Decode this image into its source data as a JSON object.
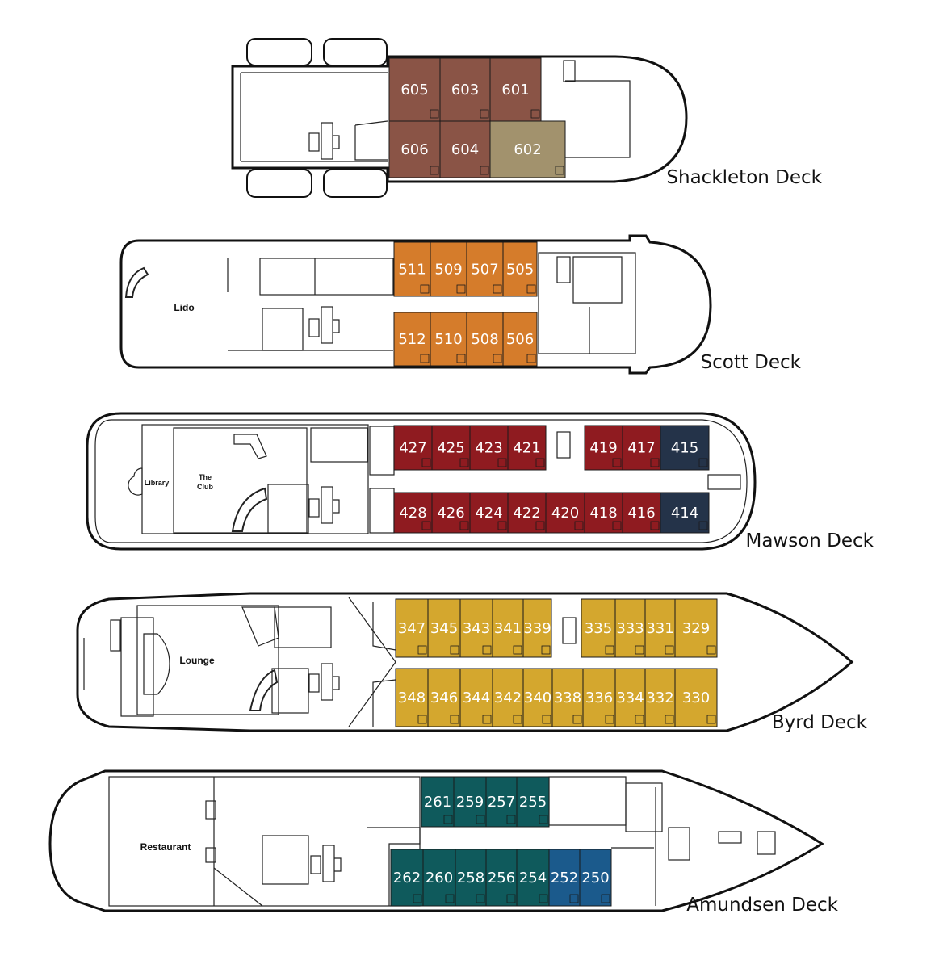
{
  "colors": {
    "shackleton": "#8a5446",
    "shackleton_special": "#a2926d",
    "scott": "#d57c2b",
    "mawson": "#8f1b20",
    "mawson_special": "#243349",
    "byrd": "#d4a72e",
    "amundsen": "#0f5a5c",
    "amundsen_special": "#1b5a8c"
  },
  "decks": [
    {
      "name": "Shackleton Deck",
      "rooms": [],
      "cabins": [
        {
          "num": "605",
          "color": "shackleton"
        },
        {
          "num": "603",
          "color": "shackleton"
        },
        {
          "num": "601",
          "color": "shackleton"
        },
        {
          "num": "606",
          "color": "shackleton"
        },
        {
          "num": "604",
          "color": "shackleton"
        },
        {
          "num": "602",
          "color": "shackleton_special"
        }
      ]
    },
    {
      "name": "Scott Deck",
      "rooms": [
        "Lido"
      ],
      "cabins": [
        {
          "num": "511",
          "color": "scott"
        },
        {
          "num": "509",
          "color": "scott"
        },
        {
          "num": "507",
          "color": "scott"
        },
        {
          "num": "505",
          "color": "scott"
        },
        {
          "num": "512",
          "color": "scott"
        },
        {
          "num": "510",
          "color": "scott"
        },
        {
          "num": "508",
          "color": "scott"
        },
        {
          "num": "506",
          "color": "scott"
        }
      ]
    },
    {
      "name": "Mawson Deck",
      "rooms": [
        "Library",
        "The",
        "Club"
      ],
      "cabins": [
        {
          "num": "427",
          "color": "mawson"
        },
        {
          "num": "425",
          "color": "mawson"
        },
        {
          "num": "423",
          "color": "mawson"
        },
        {
          "num": "421",
          "color": "mawson"
        },
        {
          "num": "419",
          "color": "mawson"
        },
        {
          "num": "417",
          "color": "mawson"
        },
        {
          "num": "415",
          "color": "mawson_special"
        },
        {
          "num": "428",
          "color": "mawson"
        },
        {
          "num": "426",
          "color": "mawson"
        },
        {
          "num": "424",
          "color": "mawson"
        },
        {
          "num": "422",
          "color": "mawson"
        },
        {
          "num": "420",
          "color": "mawson"
        },
        {
          "num": "418",
          "color": "mawson"
        },
        {
          "num": "416",
          "color": "mawson"
        },
        {
          "num": "414",
          "color": "mawson_special"
        }
      ]
    },
    {
      "name": "Byrd Deck",
      "rooms": [
        "Lounge"
      ],
      "cabins": [
        {
          "num": "347",
          "color": "byrd"
        },
        {
          "num": "345",
          "color": "byrd"
        },
        {
          "num": "343",
          "color": "byrd"
        },
        {
          "num": "341",
          "color": "byrd"
        },
        {
          "num": "339",
          "color": "byrd"
        },
        {
          "num": "335",
          "color": "byrd"
        },
        {
          "num": "333",
          "color": "byrd"
        },
        {
          "num": "331",
          "color": "byrd"
        },
        {
          "num": "329",
          "color": "byrd"
        },
        {
          "num": "348",
          "color": "byrd"
        },
        {
          "num": "346",
          "color": "byrd"
        },
        {
          "num": "344",
          "color": "byrd"
        },
        {
          "num": "342",
          "color": "byrd"
        },
        {
          "num": "340",
          "color": "byrd"
        },
        {
          "num": "338",
          "color": "byrd"
        },
        {
          "num": "336",
          "color": "byrd"
        },
        {
          "num": "334",
          "color": "byrd"
        },
        {
          "num": "332",
          "color": "byrd"
        },
        {
          "num": "330",
          "color": "byrd"
        }
      ]
    },
    {
      "name": "Amundsen Deck",
      "rooms": [
        "Restaurant"
      ],
      "cabins": [
        {
          "num": "261",
          "color": "amundsen"
        },
        {
          "num": "259",
          "color": "amundsen"
        },
        {
          "num": "257",
          "color": "amundsen"
        },
        {
          "num": "255",
          "color": "amundsen"
        },
        {
          "num": "262",
          "color": "amundsen"
        },
        {
          "num": "260",
          "color": "amundsen"
        },
        {
          "num": "258",
          "color": "amundsen"
        },
        {
          "num": "256",
          "color": "amundsen"
        },
        {
          "num": "254",
          "color": "amundsen"
        },
        {
          "num": "252",
          "color": "amundsen_special"
        },
        {
          "num": "250",
          "color": "amundsen_special"
        }
      ]
    }
  ]
}
